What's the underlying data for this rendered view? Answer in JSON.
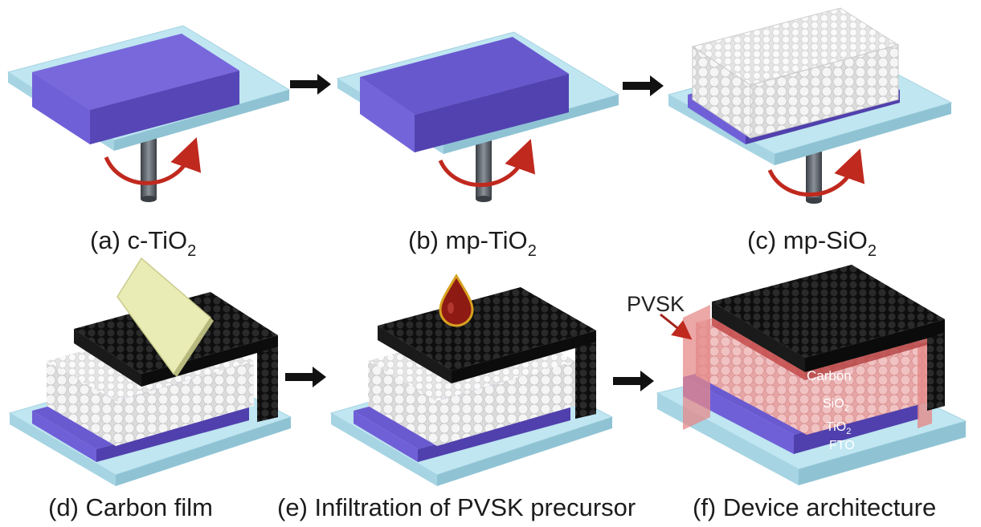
{
  "steps": [
    {
      "prefix": "(a) c-TiO",
      "sub": "2"
    },
    {
      "prefix": "(b) mp-TiO",
      "sub": "2"
    },
    {
      "prefix": "(c) mp-SiO",
      "sub": "2"
    },
    {
      "prefix": "(d) Carbon film",
      "sub": ""
    },
    {
      "prefix": "(e) Infiltration of PVSK precursor",
      "sub": ""
    },
    {
      "prefix": "(f) Device architecture",
      "sub": ""
    }
  ],
  "device_labels": {
    "pvsk": "PVSK",
    "carbon": "Carbon",
    "sio2": "SiO",
    "sio2_sub": "2",
    "tio2": "TiO",
    "tio2_sub": "2",
    "fto": "FTO"
  },
  "colors": {
    "fto": "#bfe6f1",
    "tio2": "#6655c8",
    "sio2_bead": "#f2f2f2",
    "carbon": "#171717",
    "pvsk": "#e58a8a",
    "arrow": "#111111",
    "rotation": "#c0291e",
    "scraper": "#e9ecb4",
    "droplet": "#8e1a14"
  },
  "icons": [
    "rotation-arrow-icon",
    "step-arrow-icon",
    "droplet-icon",
    "scraper-blade-icon"
  ]
}
